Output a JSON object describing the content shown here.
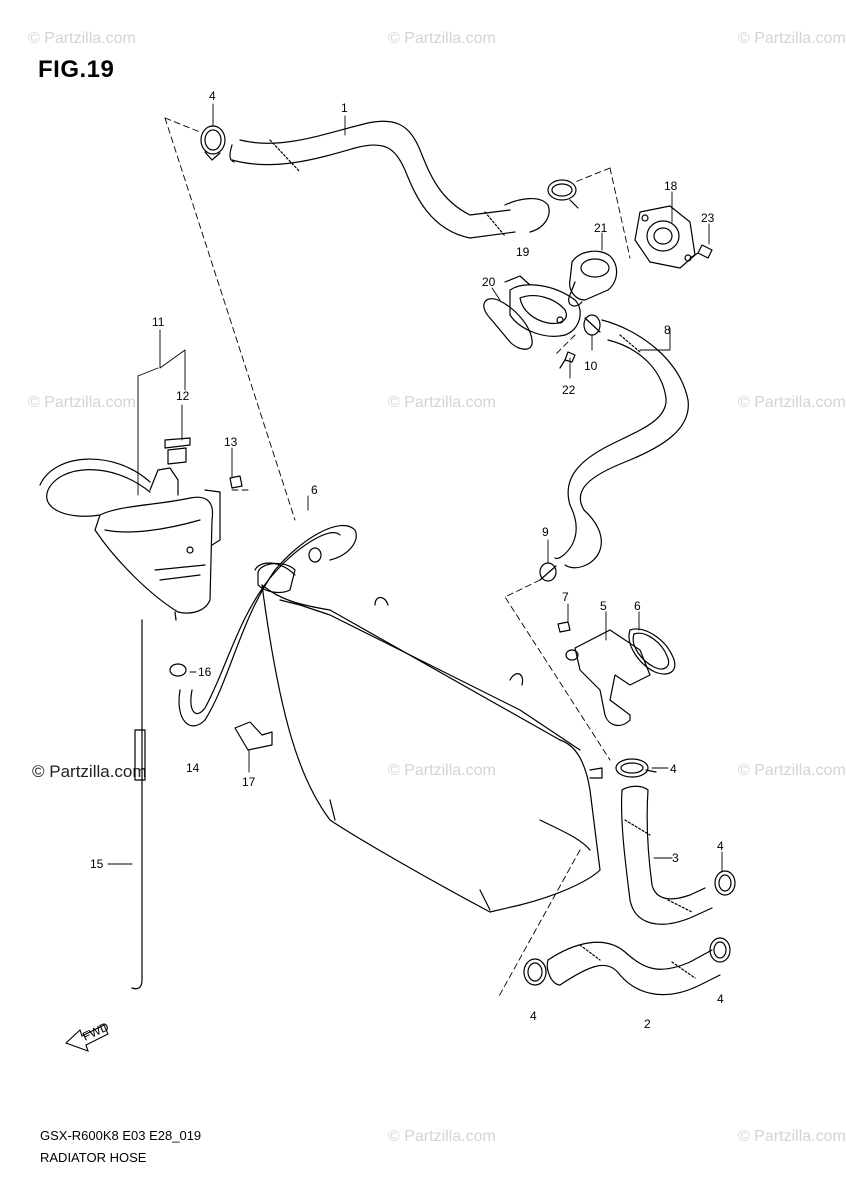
{
  "figure": {
    "title": "FIG.19"
  },
  "footer": {
    "code": "GSX-R600K8 E03 E28_019",
    "name": "RADIATOR HOSE"
  },
  "watermarks": {
    "faint": "© Partzilla.com",
    "strong": "© Partzilla.com"
  },
  "callouts": {
    "c1": "1",
    "c2": "2",
    "c3": "3",
    "c4a": "4",
    "c4b": "4",
    "c4c": "4",
    "c4d": "4",
    "c4e": "4",
    "c5": "5",
    "c6a": "6",
    "c6b": "6",
    "c7": "7",
    "c8": "8",
    "c9": "9",
    "c10": "10",
    "c11": "11",
    "c12": "12",
    "c13": "13",
    "c14": "14",
    "c15": "15",
    "c16": "16",
    "c17": "17",
    "c18": "18",
    "c19": "19",
    "c20": "20",
    "c21": "21",
    "c22": "22",
    "c23": "23"
  },
  "fwd_arrow": "FWD"
}
